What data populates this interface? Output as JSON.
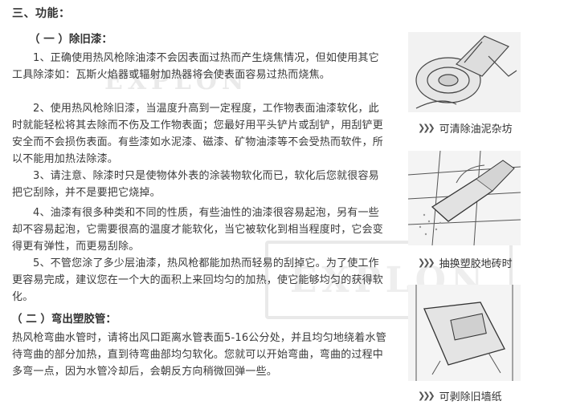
{
  "section_title": "三、功能：",
  "sub1_title": "（ 一 ）除旧漆：",
  "paragraphs": [
    "1、正确使用热风枪除油漆不会因表面过热而产生烧焦情况，但如使用其它工具除漆如：瓦斯火焰器或辐射加热器将会使表面容易过热而烧焦。",
    "2、使用热风枪除旧漆，当温度升高到一定程度，工作物表面油漆软化，此时就能轻松将其去除而不伤及工作物表面；您最好用平头铲片或刮铲，用刮铲更安全而不会损伤表面。有些漆如水泥漆、磁漆、矿物油漆等不会受热而软件，所以不能用加热法除漆。",
    "3、请注意、除漆时只是使物体外表的涂装物软化而已，软化后您就很容易把它刮除，并不是要把它烧掉。",
    "4、油漆有很多种类和不同的性质，有些油性的油漆很容易起泡，另有一些却不容易起泡，它需要很高的温度才能软化，当它被软化到相当程度时，它会变得更有弹性，而更易刮除。",
    "5、不管您涂了多少层油漆，热风枪都能加热而轻易的刮掉它。为了使工作更容易完成，建议您在一个大的面积上来回均匀的加热，使它能够均匀的获得软化。"
  ],
  "sub2_title": "（ 二 ）弯出塑胶管：",
  "sub2_text": "热风枪弯曲水管时，请将出风口距离水管表面5-16公分处，并且均匀地绕着水管待弯曲的部分加热，直到待弯曲部均匀软化。您就可以开始弯曲，弯曲的过程中多弯一点，因为水管冷却后，会朝反方向稍微回弹一些。",
  "watermark": "EXPLON",
  "captions": [
    "可清除油泥杂坊",
    "抽换塑胶地砖时",
    "可剥除旧墙纸"
  ],
  "caption_marker": "❯❯❯"
}
